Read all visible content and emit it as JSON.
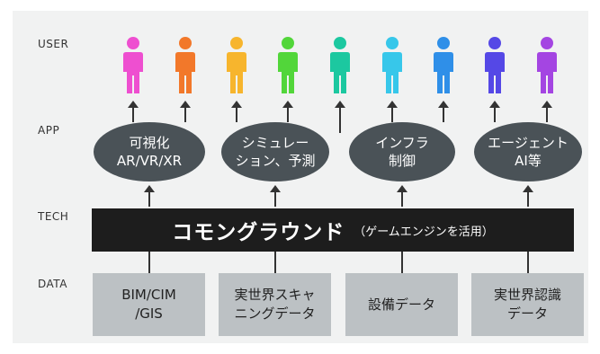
{
  "layers": {
    "user": "USER",
    "app": "APP",
    "tech": "TECH",
    "data": "DATA"
  },
  "users": [
    {
      "color": "#ee4fd0"
    },
    {
      "color": "#f2782a"
    },
    {
      "color": "#f7b52d"
    },
    {
      "color": "#52d63a"
    },
    {
      "color": "#1cc8a0"
    },
    {
      "color": "#37c7ea"
    },
    {
      "color": "#2f8fe8"
    },
    {
      "color": "#5548e6"
    },
    {
      "color": "#a445e2"
    }
  ],
  "apps": [
    {
      "line1": "可視化",
      "line2": "AR/VR/XR"
    },
    {
      "line1": "シミュレー",
      "line2": "ション、予測"
    },
    {
      "line1": "インフラ",
      "line2": "制御"
    },
    {
      "line1": "エージェント",
      "line2": "AI等"
    }
  ],
  "tech": {
    "title": "コモングラウンド",
    "subtitle": "（ゲームエンジンを活用）"
  },
  "data_sources": [
    {
      "line1": "BIM/CIM",
      "line2": "/GIS"
    },
    {
      "line1": "実世界スキャ",
      "line2": "ニングデータ"
    },
    {
      "line1": "設備データ",
      "line2": ""
    },
    {
      "line1": "実世界認識",
      "line2": "データ"
    }
  ],
  "colors": {
    "panel": "#f1f2f2",
    "bubble": "#4a5257",
    "tech_bar": "#1d1d1d",
    "data_box": "#bcc1c4",
    "arrow": "#333333"
  }
}
